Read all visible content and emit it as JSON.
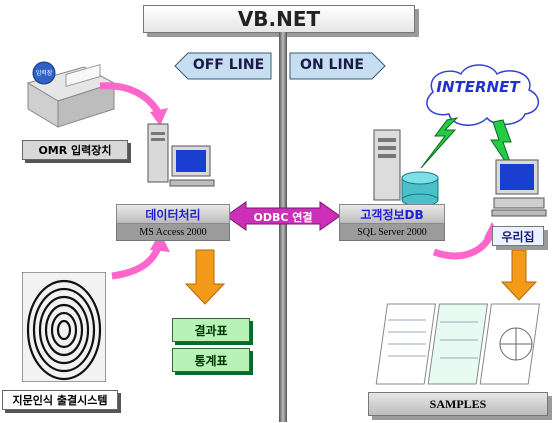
{
  "title": "VB.NET",
  "signpost": {
    "left": "OFF LINE",
    "right": "ON LINE"
  },
  "internet": "INTERNET",
  "omr": {
    "label": "OMR 입력장치",
    "badge": "입력장"
  },
  "data_proc": {
    "title": "데이터처리",
    "subtitle": "MS Access 2000"
  },
  "customer_db": {
    "title": "고객정보DB",
    "subtitle": "SQL Server 2000"
  },
  "odbc": "ODBC 연결",
  "home": "우리집",
  "reports": [
    "결과표",
    "통계표"
  ],
  "fingerprint": "지문인식 출결시스템",
  "samples": "SAMPLES",
  "colors": {
    "pink_arrow": "#ff66cc",
    "orange_arrow": "#f39a1a",
    "lightning": "#22cc44",
    "signpost": "#c7ddf0"
  }
}
